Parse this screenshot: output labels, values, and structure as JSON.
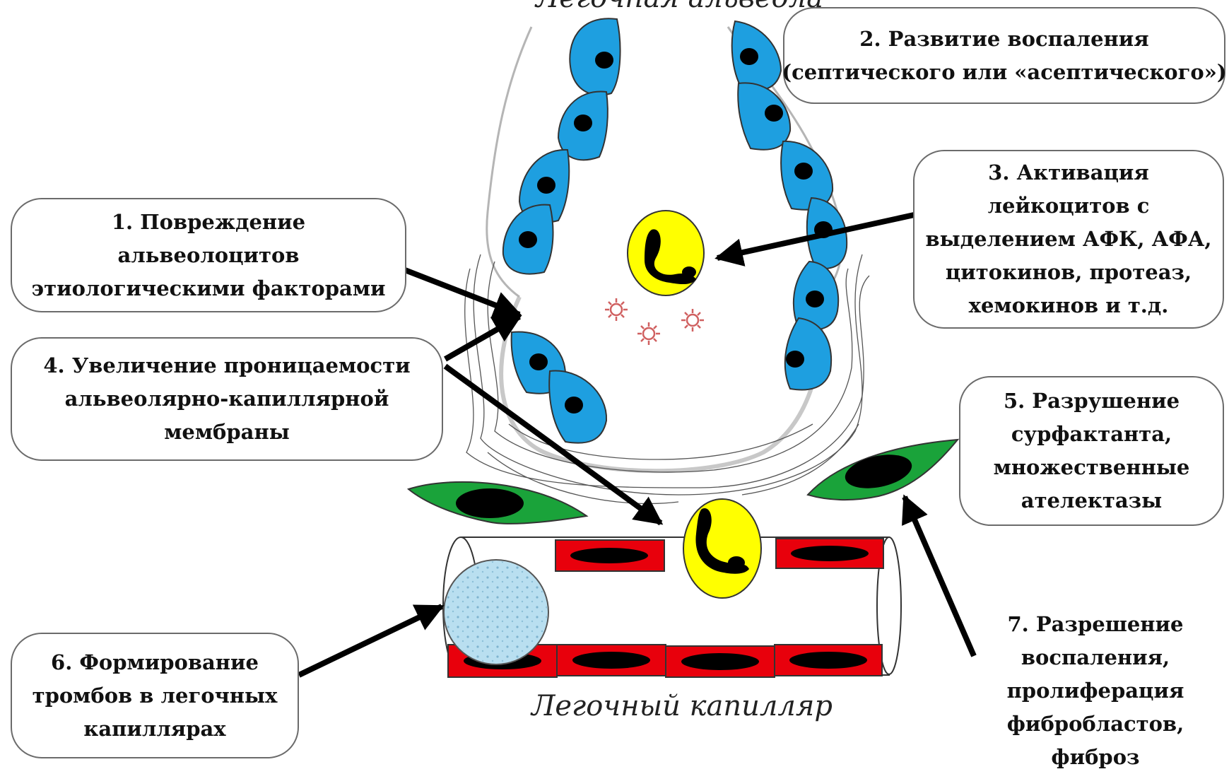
{
  "captions": {
    "top": "Легочная альвеола",
    "bottom": "Легочный капилляр"
  },
  "steps": {
    "s1": {
      "lines": [
        "1. Повреждение",
        "альвеолоцитов",
        "этиологическими факторами"
      ]
    },
    "s2": {
      "lines": [
        "2. Развитие воспаления",
        "(септического или «асептического»)"
      ]
    },
    "s3": {
      "lines": [
        "3. Активация",
        "лейкоцитов с",
        "выделением  АФК, АФА,",
        "цитокинов, протеаз,",
        "хемокинов и т.д."
      ]
    },
    "s4": {
      "lines": [
        "4. Увеличение проницаемости",
        "альвеолярно-капиллярной",
        "мембраны"
      ]
    },
    "s5": {
      "lines": [
        "5. Разрушение",
        "сурфактанта,",
        "множественные",
        "ателектазы"
      ]
    },
    "s6": {
      "lines": [
        "6. Формирование",
        "тромбов в легочных",
        "капиллярах"
      ]
    },
    "s7": {
      "lines": [
        "7. Разрешение",
        "воспаления,",
        "пролиферация",
        "фибробластов,",
        "фиброз"
      ]
    }
  },
  "colors": {
    "alveolocyte": "#1e9fe0",
    "leukocyte": "#ffff00",
    "erythrocyte": "#e8000c",
    "fibroblast": "#1aa33a",
    "thrombus": "#b9dff0",
    "mediator": "#d06060"
  },
  "icons": {
    "alveolocyte": "alveolocyte-cell-icon",
    "leukocyte": "leukocyte-cell-icon",
    "erythrocyte": "erythrocyte-cell-icon",
    "fibroblast": "fibroblast-cell-icon",
    "thrombus": "thrombus-icon",
    "mediator": "mediator-star-icon"
  }
}
